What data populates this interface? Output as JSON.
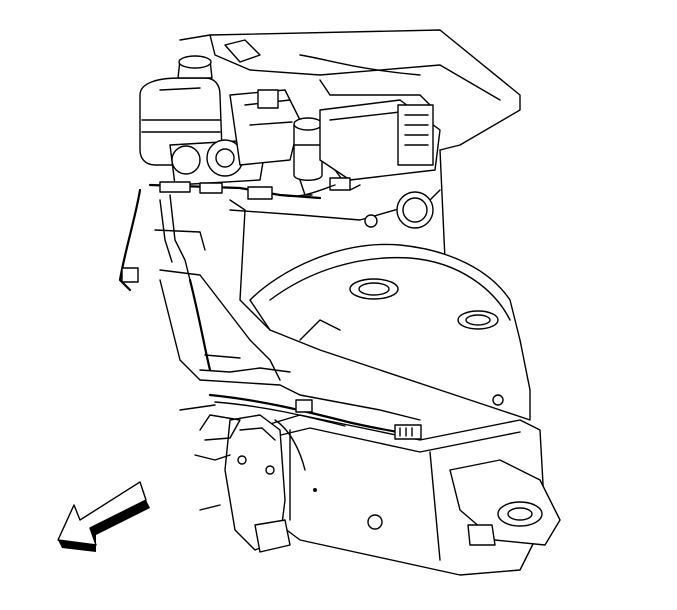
{
  "diagram": {
    "kind": "technical line drawing",
    "direction_arrow": "down-left",
    "colors": {
      "line": "#000000",
      "background": "#ffffff"
    },
    "components": [
      "brake-master-cylinder-reservoir",
      "power-steering-reservoir",
      "electronic-module",
      "wiring-harness",
      "wheelhouse-panel",
      "frame-rail",
      "firewall-panel"
    ]
  }
}
